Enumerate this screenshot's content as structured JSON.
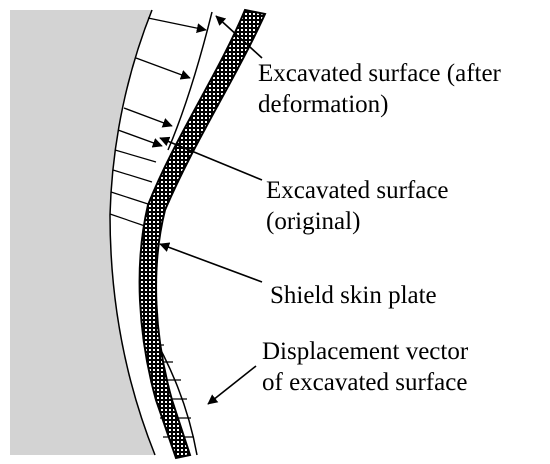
{
  "diagram": {
    "labels": {
      "deformed_surface": {
        "line1": "Excavated surface (after",
        "line2": "deformation)"
      },
      "original_surface": {
        "line1": "Excavated surface",
        "line2": "(original)"
      },
      "skin_plate": {
        "line1": "Shield skin plate"
      },
      "displacement_vector": {
        "line1": "Displacement vector",
        "line2": "of excavated surface"
      }
    },
    "colors": {
      "ground": "#d3d3d3",
      "ink": "#000000",
      "plate_fill": "#ffffff"
    }
  }
}
